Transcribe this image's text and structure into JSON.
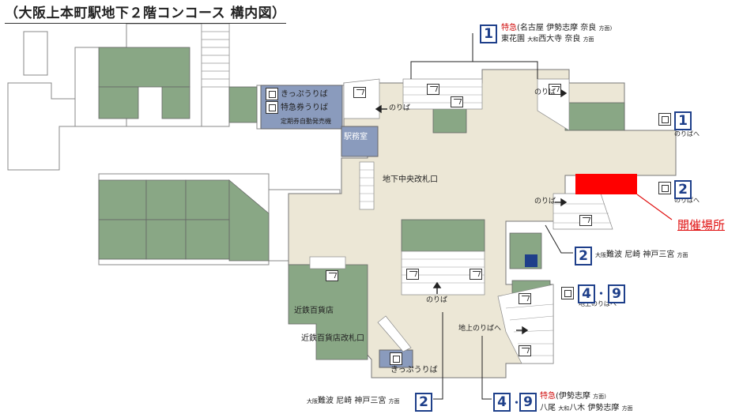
{
  "title": "（大阪上本町駅地下２階コンコース 構内図）",
  "venue": "開催場所",
  "labels": {
    "ticket1": "きっぷうりば",
    "ticket2": "特急券うりば",
    "machine": "定期券自動発売機",
    "station_office": "駅務室",
    "central_gate": "地下中央改札口",
    "kintetsu_store": "近鉄百貨店",
    "kintetsu_store_gate": "近鉄百貨店改札口",
    "ticket3": "きっぷうりば",
    "noriba": "のりば",
    "noriba_he": "のりばへ",
    "chijo_noriba_he": "地上のりばへ",
    "chijo_noriba": "地上のりばへ"
  },
  "platforms": {
    "p1_top": {
      "num": "1",
      "tokkyu": "特急",
      "line1_rest": "(名古屋  伊勢志摩  奈良",
      "line1_suffix": "方面)",
      "line2a": "東花園",
      "line2b": "大和",
      "line2c": "西大寺  奈良",
      "line2_suffix": "方面"
    },
    "p1_right": {
      "num": "1"
    },
    "p2_right": {
      "num": "2"
    },
    "p2_mid": {
      "num": "2",
      "pre": "大阪",
      "text": "難波  尼崎  神戸三宮",
      "suffix": "方面"
    },
    "p49_right": {
      "num_a": "4",
      "dots": "・・",
      "num_b": "9"
    },
    "p2_bottom": {
      "num": "2",
      "pre": "大阪",
      "text": "難波  尼崎  神戸三宮",
      "suffix": "方面"
    },
    "p49_bottom": {
      "num_a": "4",
      "dots": "・・",
      "num_b": "9",
      "tokkyu": "特急",
      "line1_rest": "(伊勢志摩",
      "line1_suffix": "方面)",
      "line2a": "八尾",
      "line2b": "大和",
      "line2c": "八木  伊勢志摩",
      "line2_suffix": "方面"
    }
  },
  "colors": {
    "concourse": "#ece7d6",
    "green_block": "#89a785",
    "blue_block": "#8a9bbd",
    "venue_fill": "#ff0000",
    "outline": "#666666",
    "platform_blue": "#1e3f8a",
    "tokkyu_red": "#d01010"
  }
}
